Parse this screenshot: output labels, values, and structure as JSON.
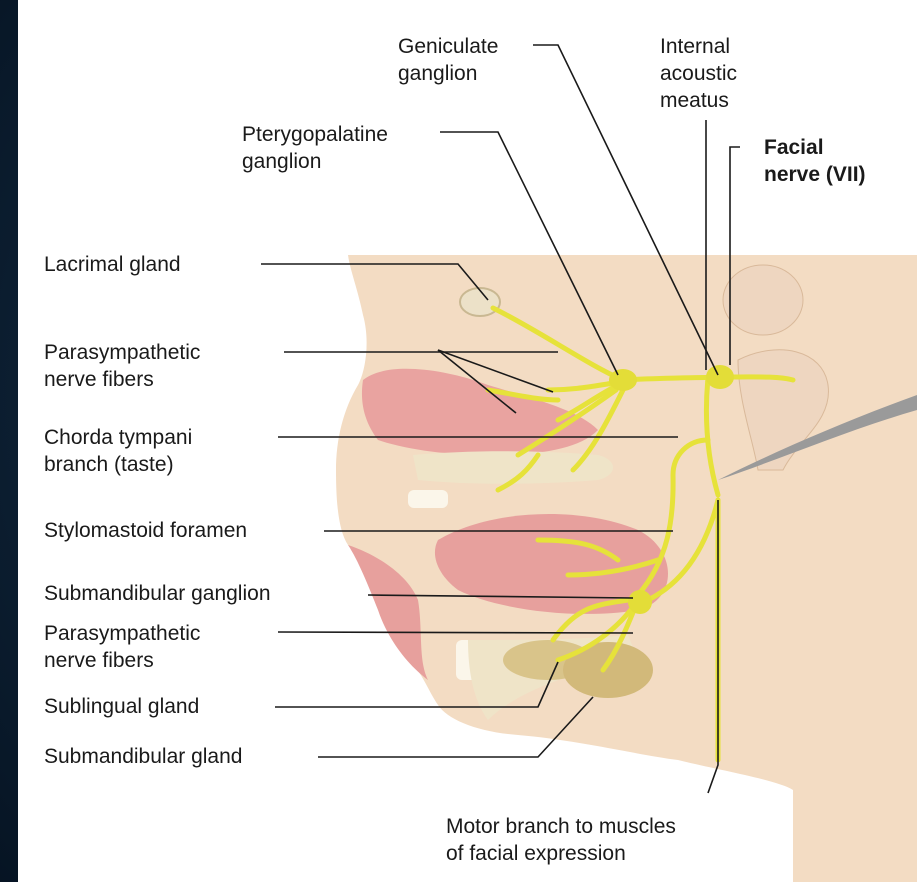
{
  "diagram": {
    "labels": {
      "geniculate_ganglion": [
        "Geniculate",
        "ganglion"
      ],
      "internal_acoustic_meatus": [
        "Internal",
        "acoustic",
        "meatus"
      ],
      "pterygopalatine_ganglion": [
        "Pterygopalatine",
        "ganglion"
      ],
      "facial_nerve": [
        "Facial",
        "nerve (VII)"
      ],
      "lacrimal_gland": [
        "Lacrimal gland"
      ],
      "parasympathetic_nerve_fibers_upper": [
        "Parasympathetic",
        "nerve fibers"
      ],
      "chorda_tympani": [
        "Chorda tympani",
        "branch (taste)"
      ],
      "stylomastoid_foramen": [
        "Stylomastoid foramen"
      ],
      "submandibular_ganglion": [
        "Submandibular ganglion"
      ],
      "parasympathetic_nerve_fibers_lower": [
        "Parasympathetic",
        "nerve fibers"
      ],
      "sublingual_gland": [
        "Sublingual gland"
      ],
      "submandibular_gland": [
        "Submandibular gland"
      ],
      "motor_branch": [
        "Motor branch to muscles",
        "of facial expression"
      ]
    },
    "colors": {
      "nerve": "#e6e23a",
      "skin": "#f3dcc3",
      "mucosa": "#e9a3a0",
      "gland": "#d9c48a",
      "leader": "#1a1a1a"
    }
  }
}
